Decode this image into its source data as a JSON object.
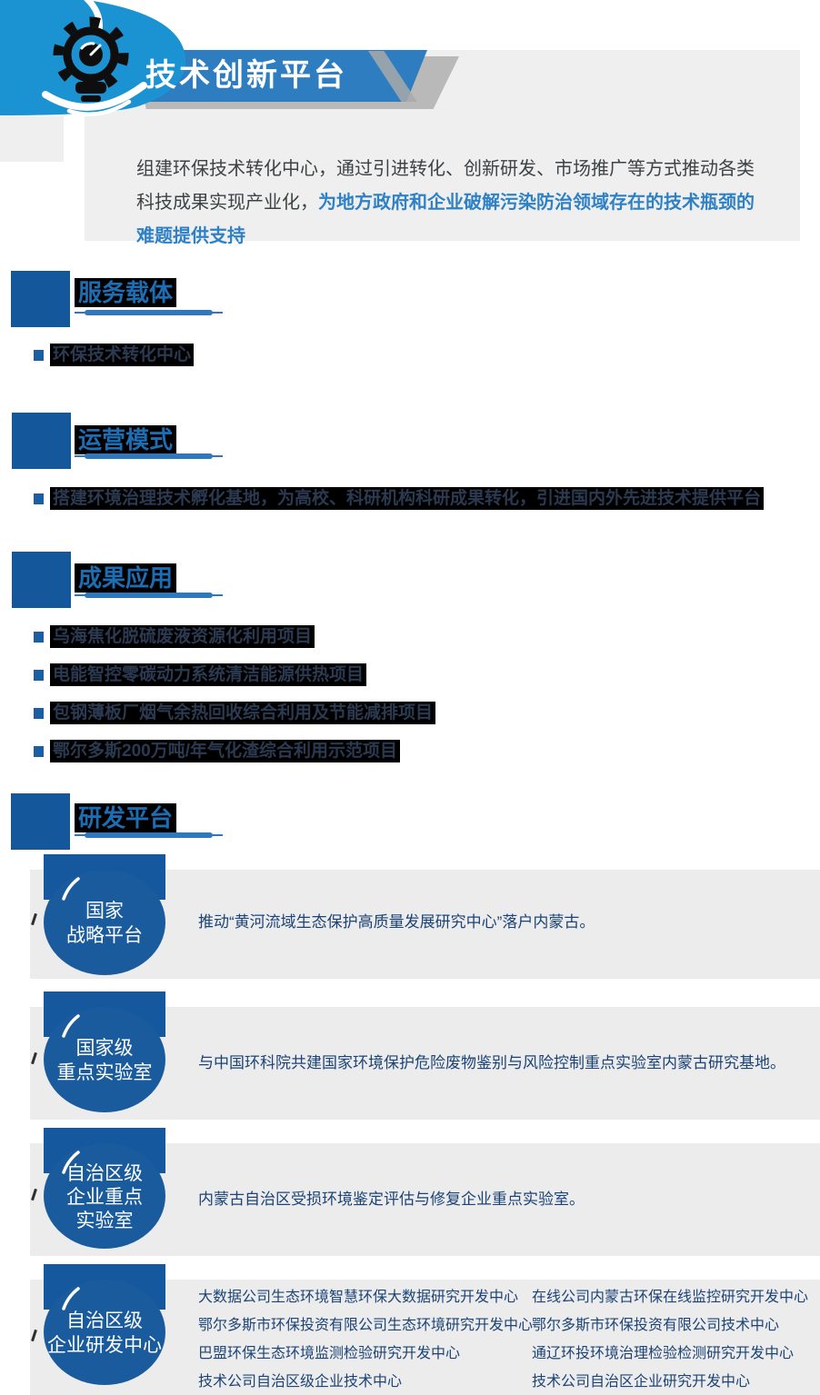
{
  "header": {
    "icon": "innovation-bulb-gear-icon",
    "banner_title": "技术创新平台"
  },
  "intro": {
    "text_normal": "组建环保技术转化中心，通过引进转化、创新研发、市场推广等方式推动各类科技成果实现产业化，",
    "text_highlight": "为地方政府和企业破解污染防治领域存在的技术瓶颈的难题提供支持"
  },
  "sections": [
    {
      "title": "服务载体",
      "items": [
        "环保技术转化中心"
      ]
    },
    {
      "title": "运营模式",
      "items": [
        "搭建环境治理技术孵化基地，为高校、科研机构科研成果转化，引进国内外先进技术提供平台"
      ]
    },
    {
      "title": "成果应用",
      "items": [
        "乌海焦化脱硫废液资源化利用项目",
        "电能智控零碳动力系统清洁能源供热项目",
        "包钢薄板厂烟气余热回收综合利用及节能减排项目",
        "鄂尔多斯200万吨/年气化渣综合利用示范项目"
      ]
    },
    {
      "title": "研发平台",
      "items": []
    }
  ],
  "platforms": [
    {
      "badge_lines": [
        "国家",
        "战略平台"
      ],
      "text": "推动“黄河流域生态保护高质量发展研究中心”落户内蒙古。"
    },
    {
      "badge_lines": [
        "国家级",
        "重点实验室"
      ],
      "text": "与中国环科院共建国家环境保护危险废物鉴别与风险控制重点实验室内蒙古研究基地。"
    },
    {
      "badge_lines": [
        "自治区级",
        "企业重点",
        "实验室"
      ],
      "text": "内蒙古自治区受损环境鉴定评估与修复企业重点实验室。"
    },
    {
      "badge_lines": [
        "自治区级",
        "企业研发中心"
      ],
      "col1": [
        "大数据公司生态环境智慧环保大数据研究开发中心",
        "鄂尔多斯市环保投资有限公司生态环境研究开发中心",
        "巴盟环保生态环境监测检验研究开发中心",
        "技术公司自治区级企业技术中心"
      ],
      "col2": [
        "在线公司内蒙古环保在线监控研究开发中心",
        "鄂尔多斯市环保投资有限公司技术中心",
        "通辽环投环境治理检验检测研究开发中心",
        "技术公司自治区企业研究开发中心"
      ]
    }
  ],
  "colors": {
    "bright_blue": "#1b93d2",
    "banner_blue": "#2d7dc0",
    "dark_blue": "#15589d",
    "heading_blue": "#1d6db3",
    "underline_blue": "#2e78bd",
    "intro_highlight_blue": "#2e81c6",
    "row_text_navy": "#1b4377",
    "bullet_text": "#2b3a50",
    "highlight_black": "#000000",
    "band_gray": "#ececec",
    "top_gray": "#efefef",
    "shadow_gray": "#b9b9b9"
  }
}
